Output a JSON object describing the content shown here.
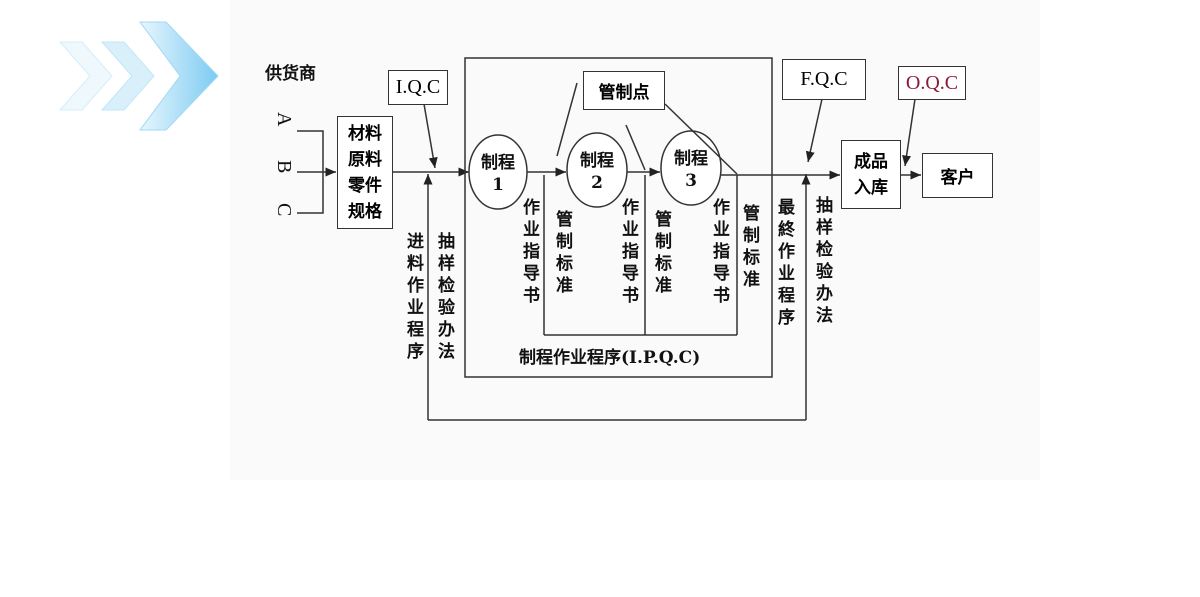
{
  "supplier": {
    "label": "供货商",
    "sources": [
      "A",
      "B",
      "C"
    ]
  },
  "materials_box": {
    "lines": [
      "材料",
      "原料",
      "零件",
      "规格"
    ]
  },
  "iqc": {
    "label": "I.Q.C",
    "notes": [
      "进料作业程序",
      "抽样检验办法"
    ]
  },
  "control_point": {
    "label": "管制点"
  },
  "processes": [
    {
      "line1": "制程",
      "line2": "1",
      "docs": [
        "作业指导书",
        "管制标准"
      ]
    },
    {
      "line1": "制程",
      "line2": "2",
      "docs": [
        "作业指导书",
        "管制标准"
      ]
    },
    {
      "line1": "制程",
      "line2": "3",
      "docs": [
        "作业指导书",
        "管制标准"
      ]
    }
  ],
  "ipqc": {
    "label": "制程作业程序(I.P.Q.C)"
  },
  "fqc": {
    "label": "F.Q.C",
    "notes": [
      "最終作业程序",
      "抽样检验办法"
    ]
  },
  "warehouse": {
    "lines": [
      "成品",
      "入库"
    ]
  },
  "oqc": {
    "label": "O.Q.C",
    "color": "#8b1a3a"
  },
  "customer": {
    "label": "客户"
  },
  "colors": {
    "chevron": "#8fd3f4",
    "line": "#333333"
  }
}
